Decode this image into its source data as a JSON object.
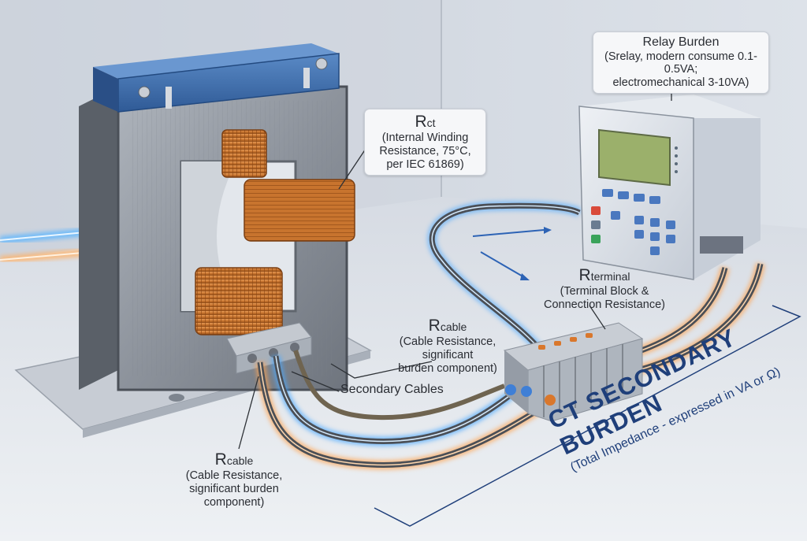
{
  "relay": {
    "title": "Relay Burden",
    "line1": "(Srelay, modern consume 0.1-0.5VA;",
    "line2": "electromechanical 3-10VA)"
  },
  "rct": {
    "symbol": "R",
    "subscript": "ct",
    "line1": "(Internal Winding",
    "line2": "Resistance, 75°C,",
    "line3": "per IEC 61869)"
  },
  "rterminal": {
    "symbol": "R",
    "subscript": "terminal",
    "line1": "(Terminal Block &",
    "line2": "Connection Resistance)"
  },
  "rcable_right": {
    "symbol": "R",
    "subscript": "cable",
    "line1": "(Cable Resistance,",
    "line2": "significant",
    "line3": "burden component)"
  },
  "secondary_cables": "Secondary Cables",
  "rcable_left": {
    "symbol": "R",
    "subscript": "cable",
    "line1": "(Cable Resistance,",
    "line2": "significant burden",
    "line3": "component)"
  },
  "burden": {
    "title": "CT SECONDARY BURDEN",
    "subtitle": "(Total Impedance - expressed in VA or Ω)"
  },
  "colors": {
    "accent_blue": "#1f3f7a",
    "copper": "#c8742e",
    "cover_blue": "#3f6fb0",
    "core_gray": "#8c929b"
  }
}
